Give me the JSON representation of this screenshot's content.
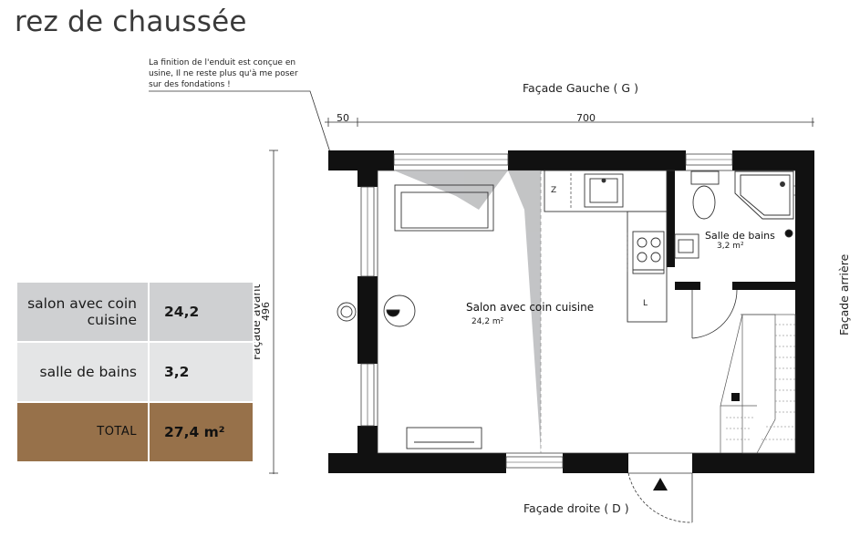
{
  "page_title": "rez de chaussée",
  "note": "La finition de l'enduit est conçue en usine, Il ne reste plus qu'à me poser sur des fondations !",
  "facades": {
    "gauche": "Façade Gauche ( G )",
    "droite": "Façade droite ( D )",
    "avant": "Façade avant",
    "arriere": "Façade arrière"
  },
  "dimensions": {
    "left_offset": "50",
    "width": "700",
    "depth": "496"
  },
  "rooms": {
    "salon": {
      "label": "Salon avec coin cuisine",
      "area": "24,2 m²"
    },
    "salle_de_bains": {
      "label": "Salle de bains",
      "area": "3,2 m²"
    }
  },
  "fixtures": {
    "fridge_mark": "Z",
    "cabinet_mark": "L"
  },
  "summary": [
    {
      "name": "salon avec coin cuisine",
      "value": "24,2"
    },
    {
      "name": "salle de bains",
      "value": "3,2"
    },
    {
      "name": "TOTAL",
      "value": "27,4 m²"
    }
  ],
  "colors": {
    "wall": "#111111",
    "total_row": "#97714a",
    "row1": "#cfd0d2",
    "row2": "#e4e5e6"
  }
}
